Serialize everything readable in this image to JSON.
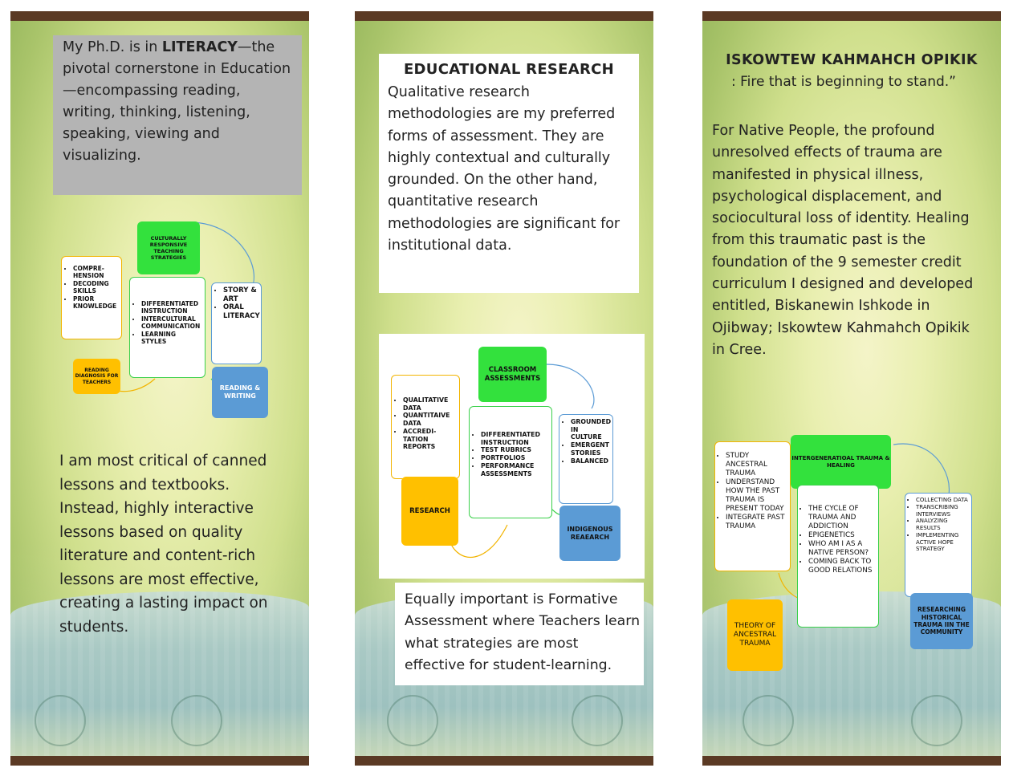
{
  "left": {
    "intro_pre": "My Ph.D. is in ",
    "intro_bold": "LITERACY",
    "intro_post": "—the pivotal cornerstone in Education—encompassing reading, writing, thinking, listening, speaking, viewing and visualizing.",
    "diagram": {
      "top": "CULTURALLY RESPONSIVE TEACHING STRATEGIES",
      "left_list": [
        "COMPRE-HENSION",
        "DECODING SKILLS",
        "PRIOR KNOWLEDGE"
      ],
      "center_list": [
        "DIFFERENTIATED INSTRUCTION",
        "INTERCULTURAL COMMUNICATION",
        "LEARNING STYLES"
      ],
      "right_list": [
        "STORY & ART",
        "ORAL LITERACY"
      ],
      "bottom_left": "READING DIAGNOSIS FOR TEACHERS",
      "bottom_right": "READING & WRITING"
    },
    "closing": "I am most critical of canned lessons and textbooks. Instead, highly interactive lessons based on quality literature and content-rich lessons are most effective, creating a lasting impact on students."
  },
  "middle": {
    "title": "EDUCATIONAL RESEARCH",
    "body": "Qualitative research methodologies are my preferred forms of assessment.  They are highly contextual and culturally grounded.  On the other hand, quantitative research methodologies are significant for institutional data.",
    "diagram": {
      "top": "CLASSROOM ASSESSMENTS",
      "left_list": [
        "QUALITATIVE DATA",
        "QUANTITAIVE DATA",
        "ACCREDI-TATION REPORTS"
      ],
      "center_list": [
        "DIFFERENTIATED INSTRUCTION",
        "TEST RUBRICS",
        "PORTFOLIOS",
        "PERFORMANCE ASSESSMENTS"
      ],
      "right_list": [
        "GROUNDED IN CULTURE",
        "EMERGENT STORIES",
        "BALANCED"
      ],
      "bottom_left": "RESEARCH",
      "bottom_right": "INDIGENOUS REAEARCH"
    },
    "closing": "Equally important is Formative Assessment where Teachers learn what strategies are most effective for student-learning."
  },
  "right": {
    "title": "ISKOWTEW KAHMAHCH OPIKIK",
    "subtitle": ": Fire that is beginning to stand.”",
    "body": "For Native People, the profound unresolved effects of trauma are manifested in physical illness, psychological displacement, and sociocultural loss of identity. Healing from this traumatic past is the foundation of the 9 semester credit curriculum I designed and developed entitled, Biskanewin Ishkode in Ojibway; Iskowtew Kahmahch Opikik in Cree.",
    "diagram": {
      "top": "INTERGENERATIOAL TRAUMA & HEALING",
      "left_list": [
        "STUDY ANCESTRAL TRAUMA",
        "UNDERSTAND HOW THE PAST TRAUMA IS PRESENT TODAY",
        "INTEGRATE PAST TRAUMA"
      ],
      "center_list": [
        "THE CYCLE OF TRAUMA AND ADDICTION",
        "EPIGENETICS",
        "WHO AM I AS A NATIVE PERSON?",
        "COMING BACK TO GOOD RELATIONS"
      ],
      "right_list": [
        "COLLECTING DATA",
        "TRANSCRIBING INTERVIEWS",
        "ANALYZING RESULTS",
        "IMPLEMENTING ACTIVE HOPE STRATEGY"
      ],
      "bottom_left": "THEORY OF ANCESTRAL TRAUMA",
      "bottom_right": "RESEARCHING HISTORICAL TRAUMA IIN THE COMMUNITY"
    }
  },
  "colors": {
    "border_brown": "#5b3a24",
    "box_green": "#33e13d",
    "box_gold": "#ffc000",
    "box_blue": "#5b9bd5",
    "gray_box": "#b4b4b4"
  }
}
